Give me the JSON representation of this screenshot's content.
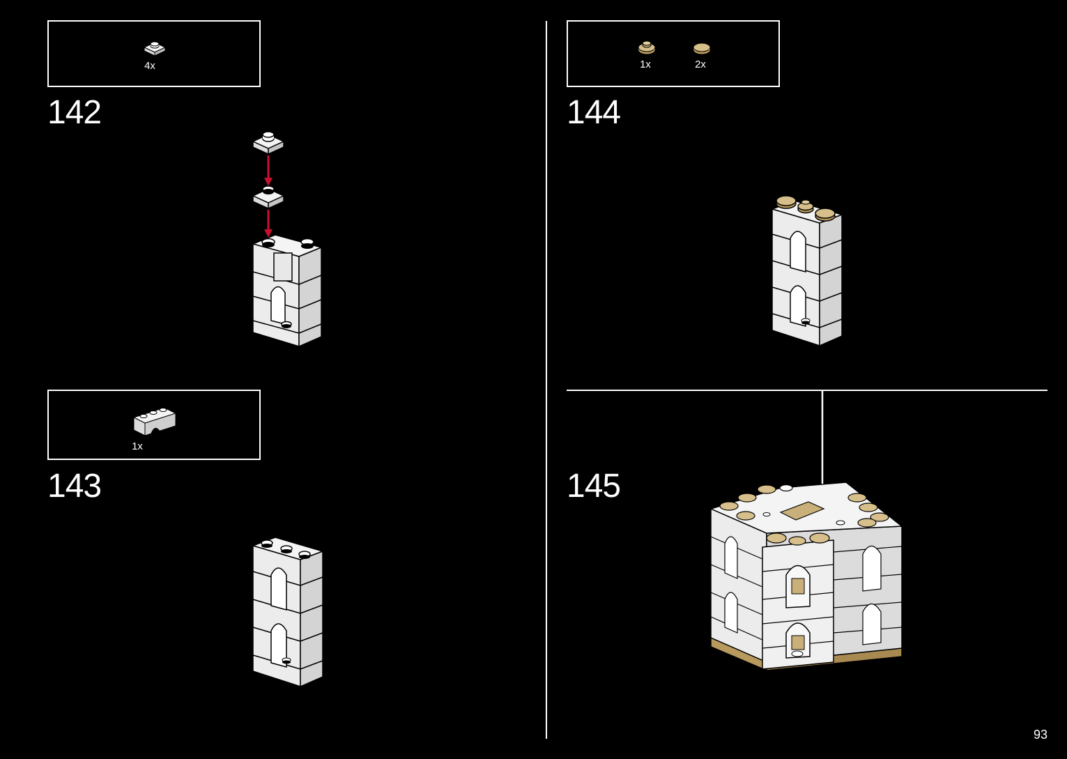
{
  "page": {
    "number": "93"
  },
  "steps": [
    {
      "number": "142",
      "parts": [
        {
          "qty": "4x",
          "icon": "white-round-plate-1x1-icon"
        }
      ]
    },
    {
      "number": "143",
      "parts": [
        {
          "qty": "1x",
          "icon": "white-arch-brick-1x3-icon"
        }
      ]
    },
    {
      "number": "144",
      "parts": [
        {
          "qty": "1x",
          "icon": "tan-round-plate-1x1-icon"
        },
        {
          "qty": "2x",
          "icon": "tan-round-tile-1x1-icon"
        }
      ]
    },
    {
      "number": "145",
      "parts": []
    }
  ],
  "colors": {
    "background": "#000000",
    "line": "#ffffff",
    "brick_white": "#f4f4f4",
    "tan": "#c9b07a",
    "arrow_red": "#c8102e"
  }
}
